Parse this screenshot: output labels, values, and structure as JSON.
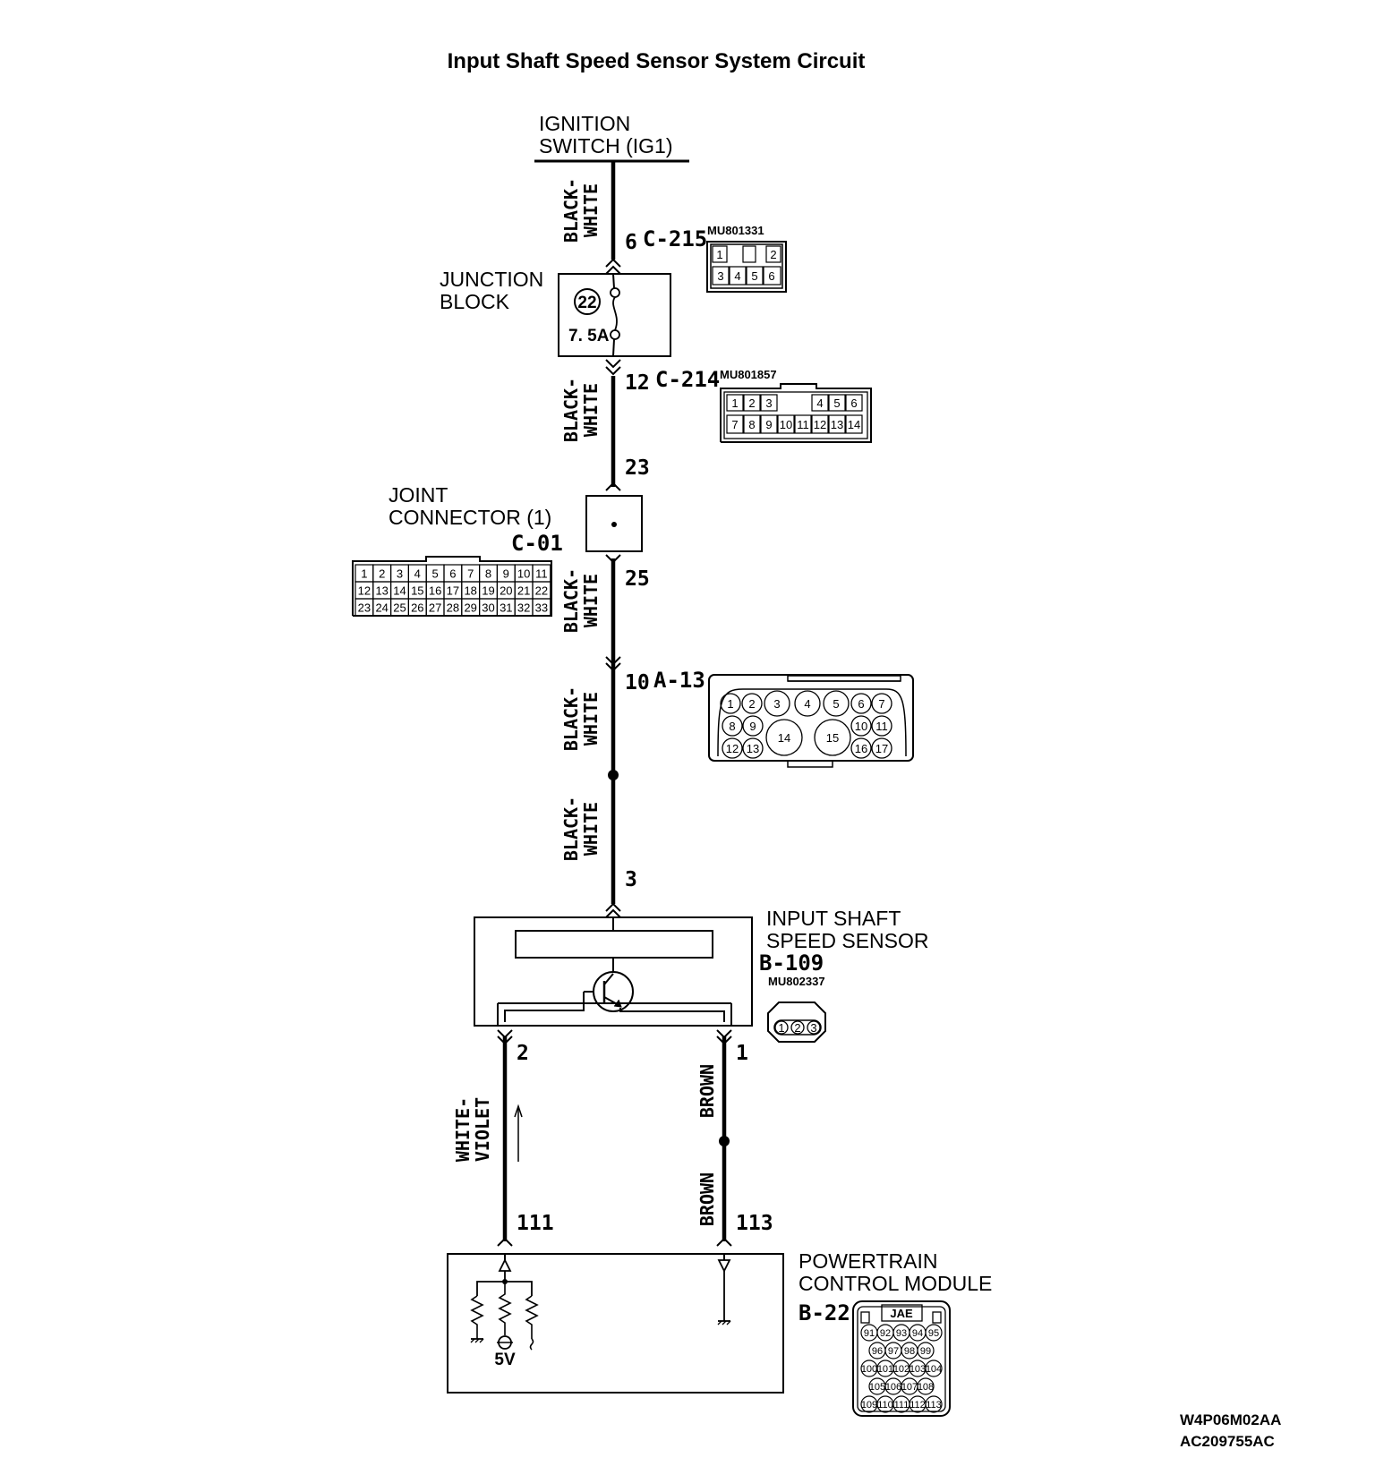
{
  "title": "Input Shaft Speed Sensor System Circuit",
  "components": {
    "ignition_switch": [
      "IGNITION",
      "SWITCH (IG1)"
    ],
    "junction_block": [
      "JUNCTION",
      "BLOCK"
    ],
    "fuse_number": "22",
    "fuse_rating": "7. 5A",
    "joint_connector": [
      "JOINT",
      "CONNECTOR (1)"
    ],
    "joint_connector_code": "C-01",
    "input_shaft_sensor": [
      "INPUT SHAFT",
      "SPEED SENSOR"
    ],
    "input_shaft_sensor_code": "B-109",
    "pcm": [
      "POWERTRAIN",
      "CONTROL MODULE"
    ],
    "pcm_code": "B-22",
    "pcm_voltage": "5V"
  },
  "connectors": {
    "c215": {
      "pin": "6",
      "code": "C-215",
      "part": "MU801331",
      "row1": [
        "1",
        "",
        "2"
      ],
      "row2": [
        "3",
        "4",
        "5",
        "6"
      ]
    },
    "c214": {
      "pin": "12",
      "code": "C-214",
      "part": "MU801857",
      "row1": [
        "1",
        "2",
        "3",
        "4",
        "5",
        "6"
      ],
      "row2": [
        "7",
        "8",
        "9",
        "10",
        "11",
        "12",
        "13",
        "14"
      ]
    },
    "c01": {
      "pin_in": "23",
      "pin_out": "25",
      "row1": [
        "1",
        "2",
        "3",
        "4",
        "5",
        "6",
        "7",
        "8",
        "9",
        "10",
        "11"
      ],
      "row2": [
        "12",
        "13",
        "14",
        "15",
        "16",
        "17",
        "18",
        "19",
        "20",
        "21",
        "22"
      ],
      "row3": [
        "23",
        "24",
        "25",
        "26",
        "27",
        "28",
        "29",
        "30",
        "31",
        "32",
        "33"
      ]
    },
    "a13": {
      "pin": "10",
      "code": "A-13",
      "row1": [
        "1",
        "2",
        "3",
        "4",
        "5",
        "6",
        "7"
      ],
      "row2": [
        "8",
        "9",
        "14",
        "15",
        "10",
        "11"
      ],
      "row3": [
        "12",
        "13",
        "16",
        "17"
      ]
    },
    "b109": {
      "pin_top": "3",
      "pin_left": "2",
      "pin_right": "1",
      "part": "MU802337",
      "pins": [
        "1",
        "2",
        "3"
      ]
    },
    "b22": {
      "pin_left": "111",
      "pin_right": "113",
      "maker": "JAE",
      "rows": [
        [
          "91",
          "92",
          "93",
          "94",
          "95"
        ],
        [
          "96",
          "97",
          "98",
          "99"
        ],
        [
          "100",
          "101",
          "102",
          "103",
          "104"
        ],
        [
          "105",
          "106",
          "107",
          "108"
        ],
        [
          "109",
          "110",
          "111",
          "112",
          "113"
        ]
      ]
    }
  },
  "wires": {
    "w1": [
      "BLACK-",
      "WHITE"
    ],
    "w2": [
      "BLACK-",
      "WHITE"
    ],
    "w3": [
      "BLACK-",
      "WHITE"
    ],
    "w4": [
      "BLACK-",
      "WHITE"
    ],
    "w5": [
      "BLACK-",
      "WHITE"
    ],
    "w6": [
      "WHITE-",
      "VIOLET"
    ],
    "w7": "BROWN",
    "w8": "BROWN"
  },
  "footer": {
    "code1": "W4P06M02AA",
    "code2": "AC209755AC"
  }
}
